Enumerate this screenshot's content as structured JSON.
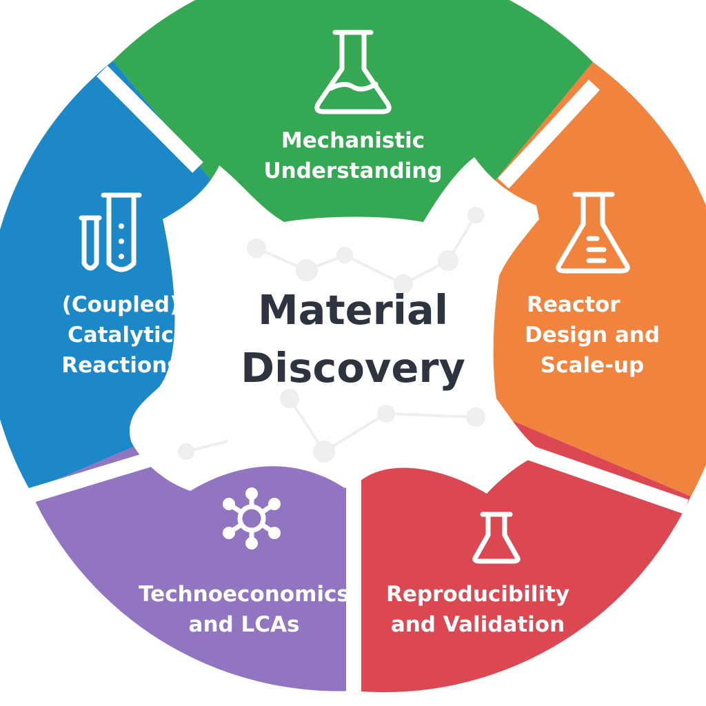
{
  "center": {
    "line1": "Material",
    "line2": "Discovery"
  },
  "segments": [
    {
      "id": "mechanistic",
      "color": "#34a853",
      "icon": "flask-icon",
      "lines": [
        "Mechanistic",
        "Understanding"
      ]
    },
    {
      "id": "reactor",
      "color": "#f0833e",
      "icon": "flask-icon",
      "lines": [
        "Reactor",
        "Design and",
        "Scale-up"
      ]
    },
    {
      "id": "reproducibility",
      "color": "#dc4852",
      "icon": "flask-icon",
      "lines": [
        "Reproducibility",
        "and Validation"
      ]
    },
    {
      "id": "techno",
      "color": "#9175c1",
      "icon": "molecule-icon",
      "lines": [
        "Technoeconomics",
        "and LCAs"
      ]
    },
    {
      "id": "catalytic",
      "color": "#1c88c7",
      "icon": "test-tubes-icon",
      "lines": [
        "(Coupled)",
        "Catalytic",
        "Reactions"
      ]
    }
  ]
}
